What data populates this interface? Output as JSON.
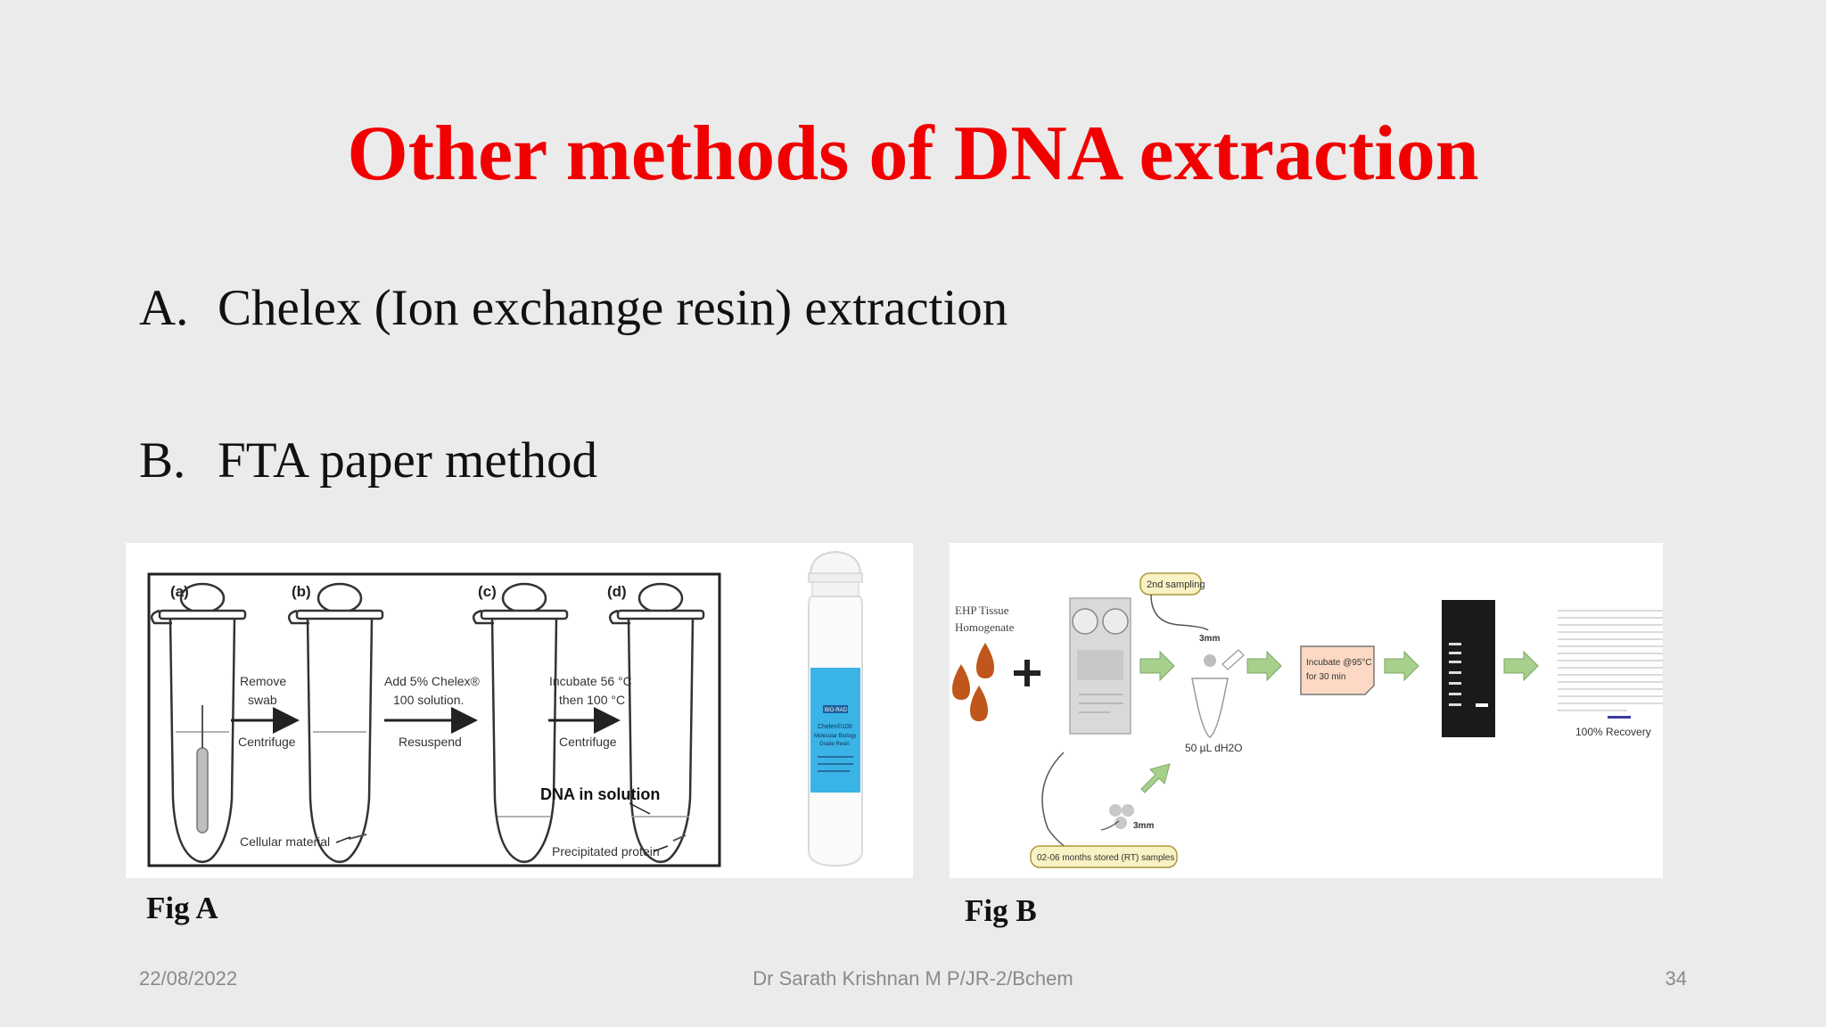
{
  "slide": {
    "title": "Other methods of DNA extraction",
    "items": [
      {
        "label": "A.",
        "text": "Chelex (Ion exchange resin) extraction"
      },
      {
        "label": "B.",
        "text": "FTA paper method"
      }
    ]
  },
  "figure_a": {
    "caption": "Fig A",
    "steps": [
      "(a)",
      "(b)",
      "(c)",
      "(d)"
    ],
    "arrow1_top": [
      "Remove",
      "swab"
    ],
    "arrow1_bottom": "Centrifuge",
    "arrow2_top": [
      "Add 5% Chelex®",
      "100 solution."
    ],
    "arrow2_bottom": "Resuspend",
    "arrow3_top": [
      "Incubate 56 °C",
      "then 100 °C"
    ],
    "arrow3_bottom": "Centrifuge",
    "dna_label": "DNA in solution",
    "cellular_label": "Cellular material",
    "protein_label": "Precipitated protein",
    "bottle_brand": "BIO-RAD",
    "bottle_label": [
      "Chelex®100",
      "Molecular Biology",
      "Grade Resin"
    ]
  },
  "figure_b": {
    "caption": "Fig B",
    "sample_label": [
      "EHP Tissue",
      "Homogenate"
    ],
    "second_sampling": "2nd sampling",
    "punch_top": "3mm",
    "water_label": "50 µL dH2O",
    "incubate_label": [
      "Incubate @95°C",
      "for 30 min"
    ],
    "recovery_label": "100% Recovery",
    "punch_bottom": "3mm",
    "stored_label": "02-06 months stored (RT) samples"
  },
  "footer": {
    "date": "22/08/2022",
    "author": "Dr Sarath Krishnan M P/JR-2/Bchem",
    "page": "34"
  },
  "colors": {
    "title": "#f20000",
    "background": "#ebebeb",
    "blood_drop": "#c0561b",
    "green_arrow": "#a7d08c",
    "bottle_label": "#3ab3e6"
  }
}
